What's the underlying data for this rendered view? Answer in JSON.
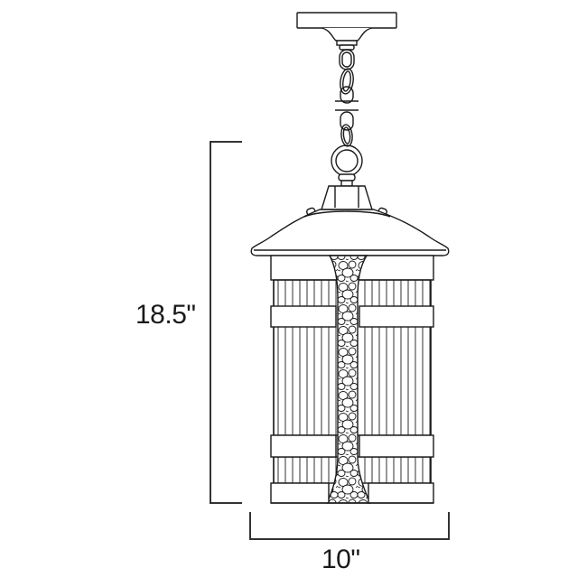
{
  "diagram": {
    "subject": "Outdoor hanging lantern pendant line drawing",
    "colors": {
      "line": "#1a1a1a",
      "background": "#ffffff",
      "fill": "#ffffff"
    },
    "dimensions": {
      "height": {
        "label": "18.5\"",
        "value": 18.5,
        "unit": "in",
        "orientation": "vertical"
      },
      "width": {
        "label": "10\"",
        "value": 10,
        "unit": "in",
        "orientation": "horizontal"
      }
    },
    "parts": [
      "canopy",
      "chain",
      "hanging-ring",
      "roof-cap",
      "roof",
      "finials",
      "body",
      "glass-ribs",
      "bands",
      "stone-column"
    ]
  }
}
